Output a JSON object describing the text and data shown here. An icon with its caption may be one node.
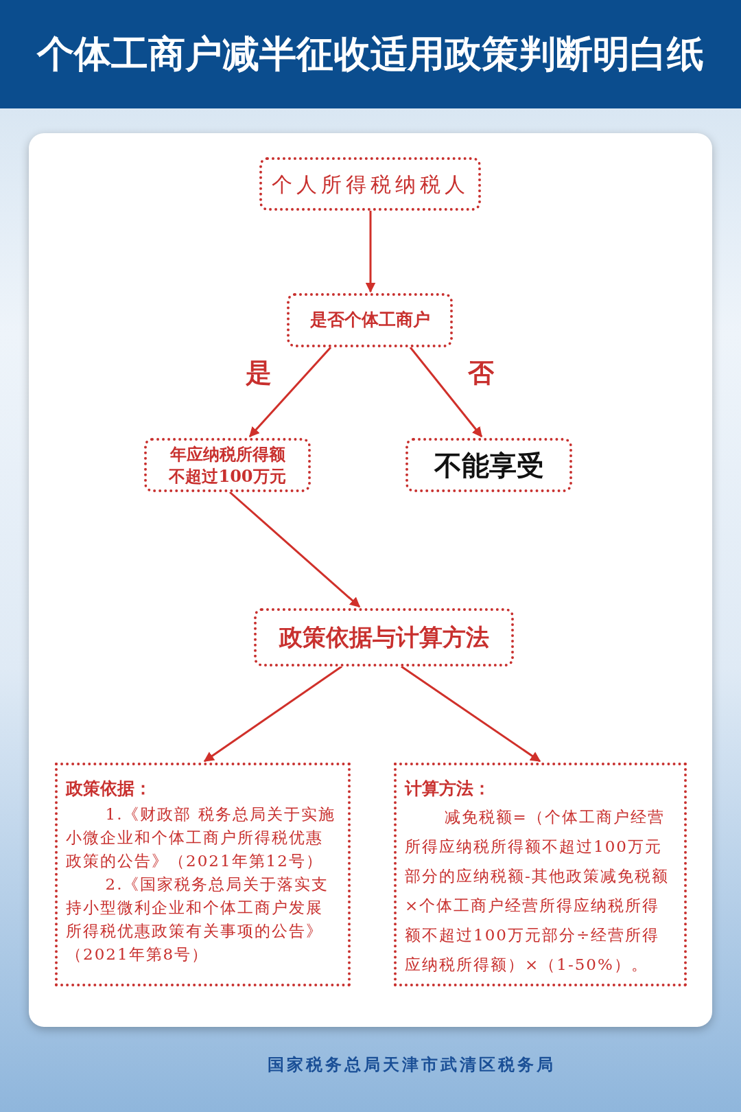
{
  "diagram": {
    "title": "个体工商户减半征收适用政策判断明白纸",
    "nodes": [
      {
        "text": [
          "个人所得税纳税人"
        ]
      },
      {
        "text": [
          "是否个体工商户"
        ]
      },
      {
        "text": [
          "年应纳税所得额不超过100万元"
        ]
      },
      {
        "text": [
          "不能享受"
        ]
      },
      {
        "text": [
          "政策依据与计算方法"
        ]
      },
      {
        "text": [
          "政策依据：",
          "1.《财政部 税务总局关于实施小微企业和个体工商户所得税优惠政策的公告》（2021年第12号）",
          "2.《国家税务总局关于落实支持小型微利企业和个体工商户发展所得税优惠政策有关事项的公告》（2021年第8号）"
        ]
      },
      {
        "text": [
          "计算方法：",
          "减免税额=（个体工商户经营所得应纳税所得额不超过100万元部分的应纳税额-其他政策减免税额×个体工商户经营所得应纳税所得额不超过100万元部分÷经营所得应纳税所得额）×（1-50%）。"
        ]
      }
    ],
    "edges": [
      {
        "from": 0,
        "to": 1,
        "arrow": "to"
      },
      {
        "from": 1,
        "to": 2,
        "arrow": "to",
        "label": "是"
      },
      {
        "from": 1,
        "to": 3,
        "arrow": "to",
        "label": "否"
      },
      {
        "from": 2,
        "to": 4,
        "arrow": "to"
      },
      {
        "from": 4,
        "to": 5,
        "arrow": "to"
      },
      {
        "from": 4,
        "to": 6,
        "arrow": "to"
      }
    ],
    "labels": [
      "国家税务总局天津市武清区税务局"
    ]
  }
}
